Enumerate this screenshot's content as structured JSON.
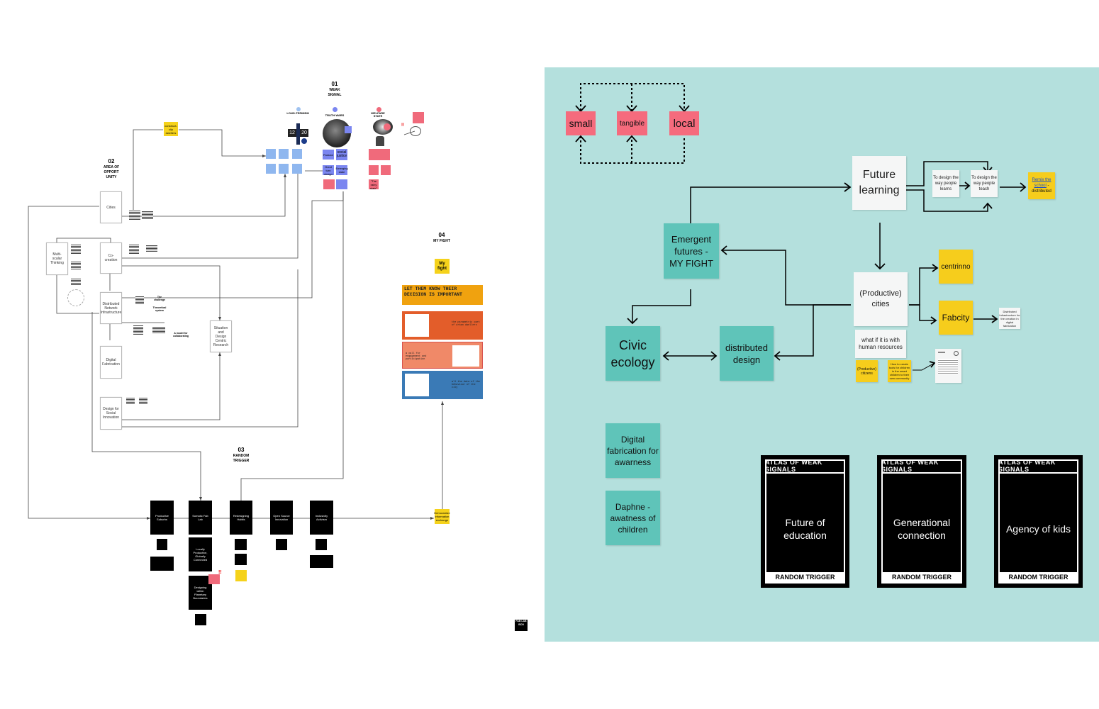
{
  "left": {
    "s01": {
      "num": "01",
      "title": "WEAK SIGNAL"
    },
    "s02": {
      "num": "02",
      "title": "AREA OF OPPORT UNITY"
    },
    "s03": {
      "num": "03",
      "title": "RANDOM TRIGGER"
    },
    "s04": {
      "num": "04",
      "title": "MY FIGHT"
    },
    "signals": [
      "LONG-TERMISM",
      "TRUTH WARS",
      "WELFARE STATE"
    ],
    "clock": [
      "12",
      "20"
    ],
    "construct_sticky": "construct-clip dwellers",
    "area_cards": [
      "Cities",
      "Multi-scalar Thinking",
      "Co-creation",
      "Distributed Network Infrastructure",
      "Situation and Design Centric Research",
      "Digital Fabrication",
      "Design for Social Innovation"
    ],
    "trigger_cards": [
      "Productive Suburbs",
      "Somatic Fab Lab",
      "Redesigning Habits",
      "Open Source Innovation",
      "Inclusivity Activism"
    ],
    "trigger_extra_cards": [
      "Locally Productive, Globally Connected",
      "Designing within Planetary Boundaries"
    ],
    "my_fight_sticky": "My fight",
    "bottom_sticky": "Democratize information exchange",
    "purple_stickies": [
      "Passion",
      "social justice",
      "Good turn design",
      "Emerging state"
    ],
    "pink_note": "\"The rainy state\"",
    "slide_header": "LET THEM KNOW THEIR DECISION IS IMPORTANT",
    "slides": [
      {
        "text": "the parametric part of urban dwellers",
        "color": "#e35d2a"
      },
      {
        "text": "a call for engagement and participation",
        "color": "#f08968"
      },
      {
        "text": "all the data of the behaviour of the city",
        "color": "#3a7ab6"
      }
    ],
    "nested_note": [
      "The challenge",
      "Theoretical system",
      "A model for collaborating"
    ]
  },
  "right": {
    "top_boxes": [
      "small",
      "tangible",
      "local"
    ],
    "emergent": "Emergent futures - MY FIGHT",
    "future_learning": "Future learning",
    "design_learn": "To design the way people learns",
    "design_teach": "To design the way people teach",
    "remix": {
      "link": "Remix the school",
      "suffix": " - distributed"
    },
    "productive_cities": "(Productive) cities",
    "centrinno": "centrinno",
    "fabcity": "Fabcity",
    "distrib_note": "Distributed Infrastructure for the creation in digital fabrication",
    "human_resources": "what if it is with human resources",
    "productive_citizens": "(Productive) citizens",
    "kids_tools": "How to create tools for children in the smart children to their own community",
    "civic": "Civic ecology",
    "distributed_design": "distributed design",
    "digital_fab": "Digital fabrication for awarness",
    "daphne": "Daphne - awatness of children",
    "atlas_header": "ATLAS OF WEAK SIGNALS",
    "atlas_footer": "RANDOM TRIGGER",
    "atlas_cards": [
      "Future of education",
      "Generational connection",
      "Agency of kids"
    ]
  },
  "logo": "FAB LAB BCN",
  "colors": {
    "board": "#b4e0dd",
    "teal": "#5fc4b9",
    "pink": "#f56b7d",
    "yellow": "#f6cd1c"
  }
}
